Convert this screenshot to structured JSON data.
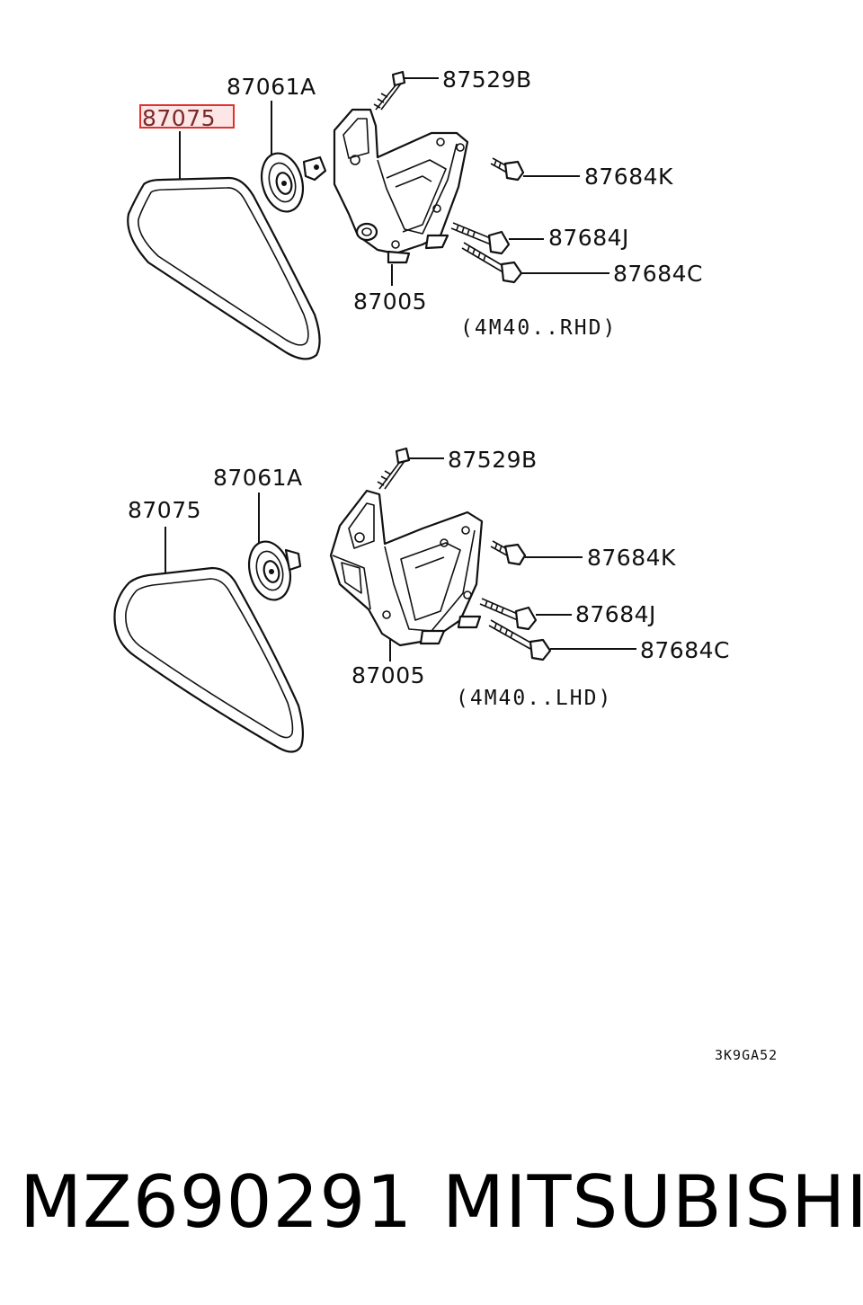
{
  "top_view": {
    "caption": "(4M40..RHD)",
    "labels": {
      "belt": "87075",
      "pulley": "87061A",
      "bolt_top": "87529B",
      "bolt_k": "87684K",
      "bolt_j": "87684J",
      "bolt_c": "87684C",
      "bracket": "87005"
    },
    "highlight_color": "#e03030"
  },
  "bottom_view": {
    "caption": "(4M40..LHD)",
    "labels": {
      "belt": "87075",
      "pulley": "87061A",
      "bolt_top": "87529B",
      "bolt_k": "87684K",
      "bolt_j": "87684J",
      "bolt_c": "87684C",
      "bracket": "87005"
    }
  },
  "diagram_code": "3K9GA52",
  "footer": {
    "part_number": "MZ690291",
    "brand": "MITSUBISHI"
  }
}
